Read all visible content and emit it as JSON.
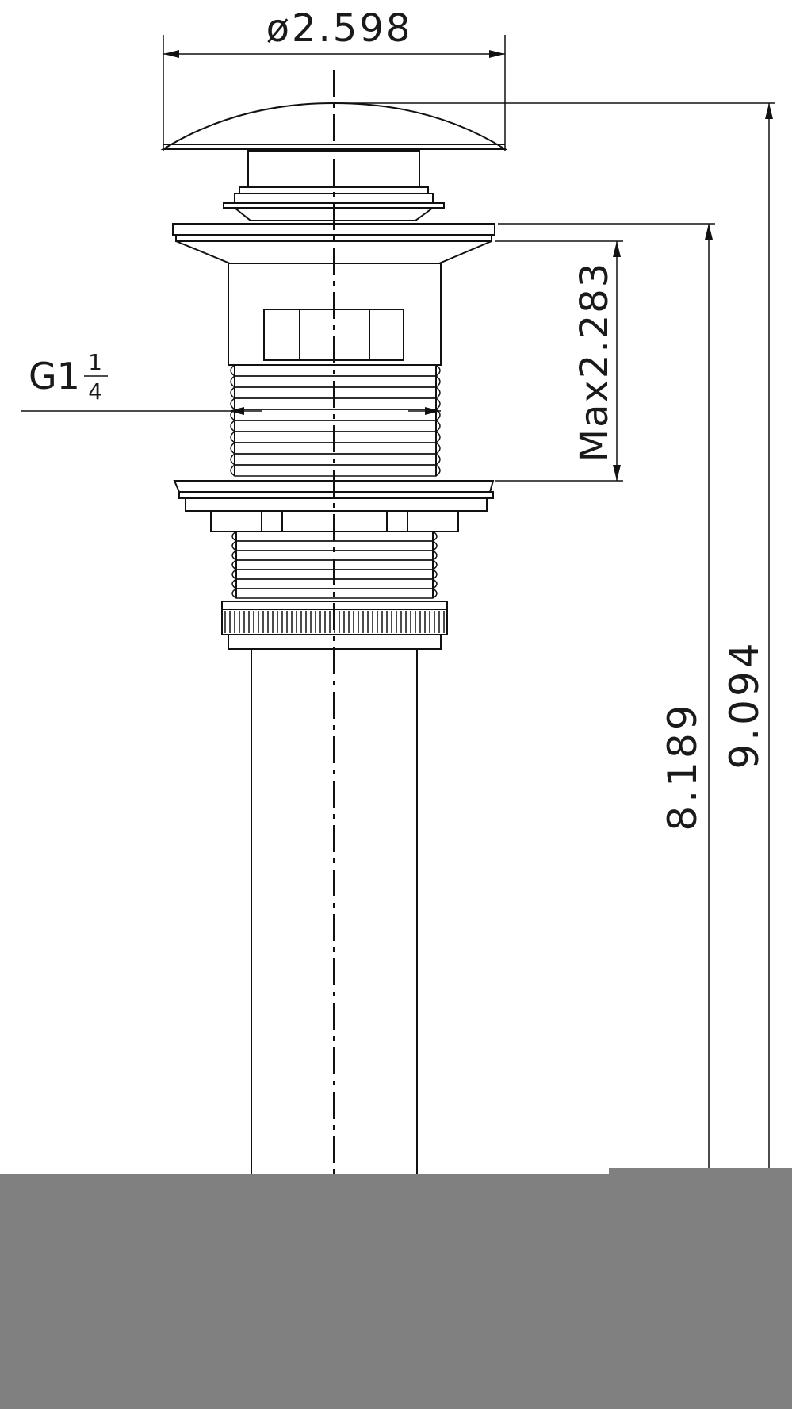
{
  "dimensions": {
    "flange_diameter": "ø2.598",
    "thread": {
      "prefix": "G1",
      "fraction_num": "1",
      "fraction_den": "4"
    },
    "max_thickness": "Max2.283",
    "height_below_flange": "8.189",
    "overall_height": "9.094"
  },
  "colors": {
    "line": "#111111",
    "background": "#ffffff",
    "overlay": "#808080"
  }
}
